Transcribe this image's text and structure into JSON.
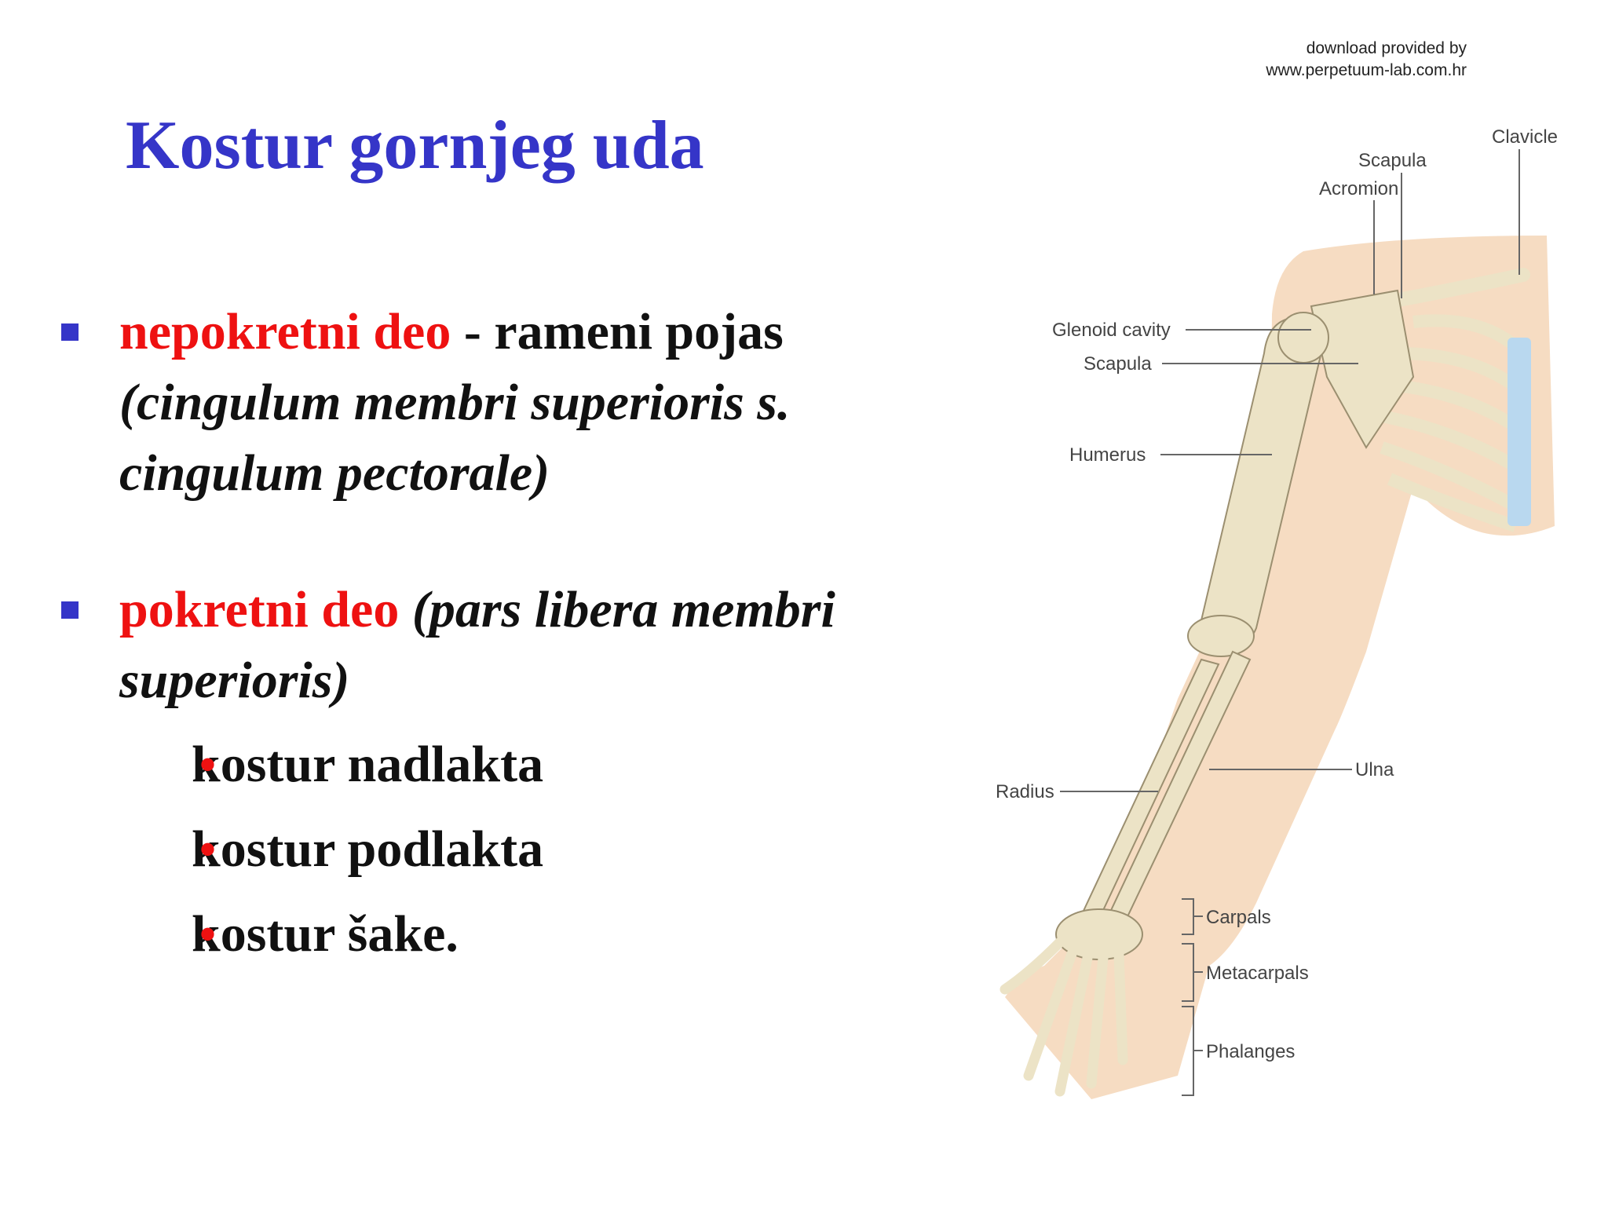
{
  "watermark": {
    "line1": "download provided by",
    "line2": "www.perpetuum-lab.com.hr"
  },
  "title": "Kostur gornjeg uda",
  "bullets": [
    {
      "term": "nepokretni deo",
      "dash": " - rameni pojas",
      "latin_line1": "(cingulum membri superioris s.",
      "latin_line2": "cingulum pectorale)"
    },
    {
      "term": "pokretni deo",
      "latin_a": "(pars libera membri",
      "latin_b": "superioris)",
      "sub_items": [
        "kostur nadlakta",
        "kostur podlakta",
        "kostur šake."
      ]
    }
  ],
  "figure": {
    "labels": {
      "clavicle": "Clavicle",
      "scapula_top": "Scapula",
      "acromion": "Acromion",
      "glenoid": "Glenoid cavity",
      "scapula": "Scapula",
      "humerus": "Humerus",
      "ulna": "Ulna",
      "radius": "Radius",
      "carpals": "Carpals",
      "metacarpals": "Metacarpals",
      "phalanges": "Phalanges"
    },
    "colors": {
      "skin": "#f6dcc2",
      "bone": "#ece3c6",
      "bone_outline": "#9b8f70",
      "cartilage": "#b9d8ef"
    }
  }
}
